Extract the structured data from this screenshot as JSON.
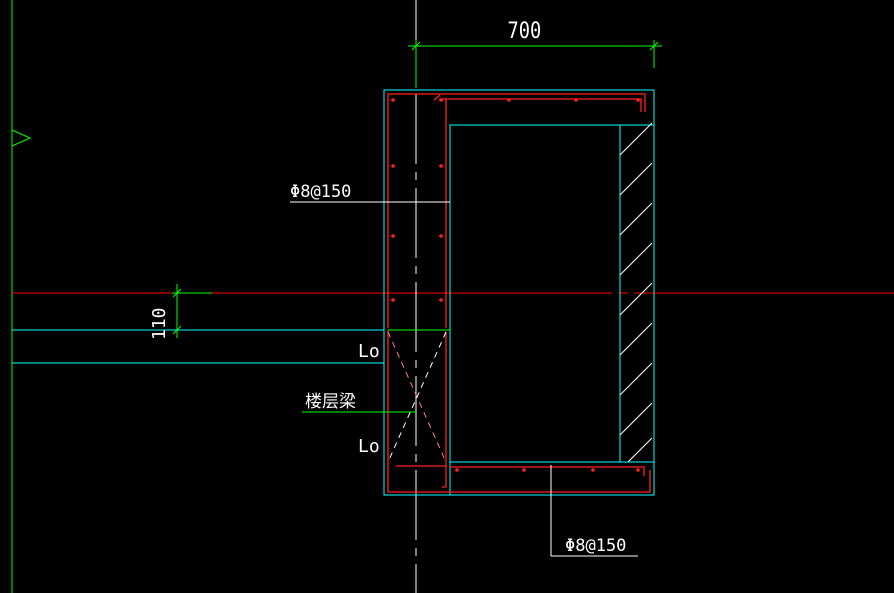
{
  "drawing": {
    "dimension_top": "700",
    "dimension_left": "110",
    "rebar_label_left": "Φ8@150",
    "rebar_label_bottom": "Φ8@150",
    "lap_label_upper": "Lo",
    "lap_label_lower": "Lo",
    "beam_label": "楼层梁"
  },
  "colors": {
    "background": "#000000",
    "outline_cyan": "#00ffff",
    "rebar_red": "#ff2020",
    "axis_red": "#ff0000",
    "axis_green": "#00ff00",
    "dimension_green": "#00ff00",
    "leader_white": "#ffffff",
    "hatch_white": "#ffffff"
  }
}
